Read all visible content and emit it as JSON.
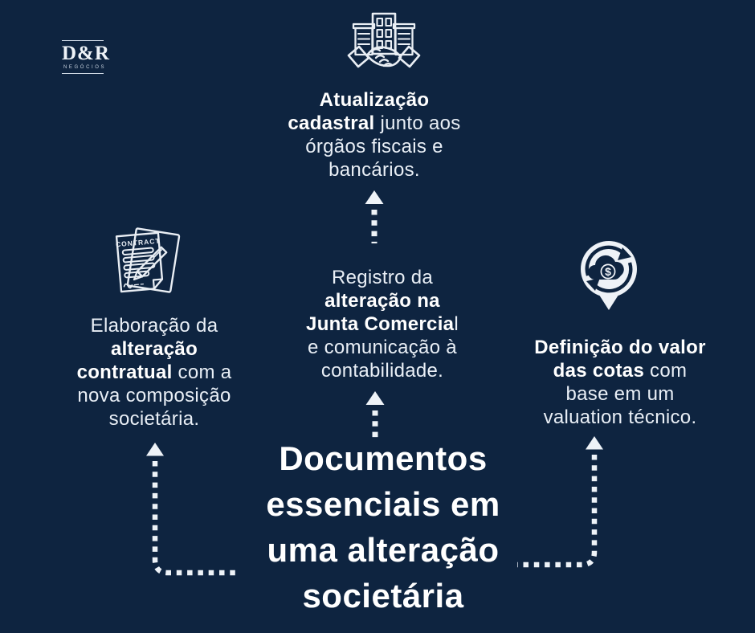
{
  "colors": {
    "background": "#0e2440",
    "body_text": "#e9eff6",
    "emphasis_text": "#ffffff",
    "icon_stroke": "#e9eef4"
  },
  "logo": {
    "brand": "D&R",
    "subtitle": "NEGÓCIOS"
  },
  "title": "Documentos\nessenciais em\numa alteração\nsocietária",
  "nodes": {
    "top": {
      "seg_bold": "Atualização\ncadastral",
      "seg_after": " junto aos\nórgãos fiscais e\nbancários."
    },
    "center": {
      "seg_before": "Registro da\n",
      "seg_bold": "alteração na\nJunta Comercia",
      "seg_after": "l\ne comunicação à\ncontabilidade."
    },
    "left": {
      "seg_before": "Elaboração da\n",
      "seg_bold": "alteração\ncontratual",
      "seg_after": " com a\nnova composição\nsocietária."
    },
    "right": {
      "seg_bold": "Definição do valor\ndas cotas",
      "seg_after": " com\nbase em um\nvaluation técnico."
    }
  },
  "icons": {
    "top": "buildings-handshake-icon",
    "left": "contract-icon",
    "right": "money-cloud-pin-icon",
    "contract_label": "CONTRACT",
    "dollar_symbol": "$"
  }
}
